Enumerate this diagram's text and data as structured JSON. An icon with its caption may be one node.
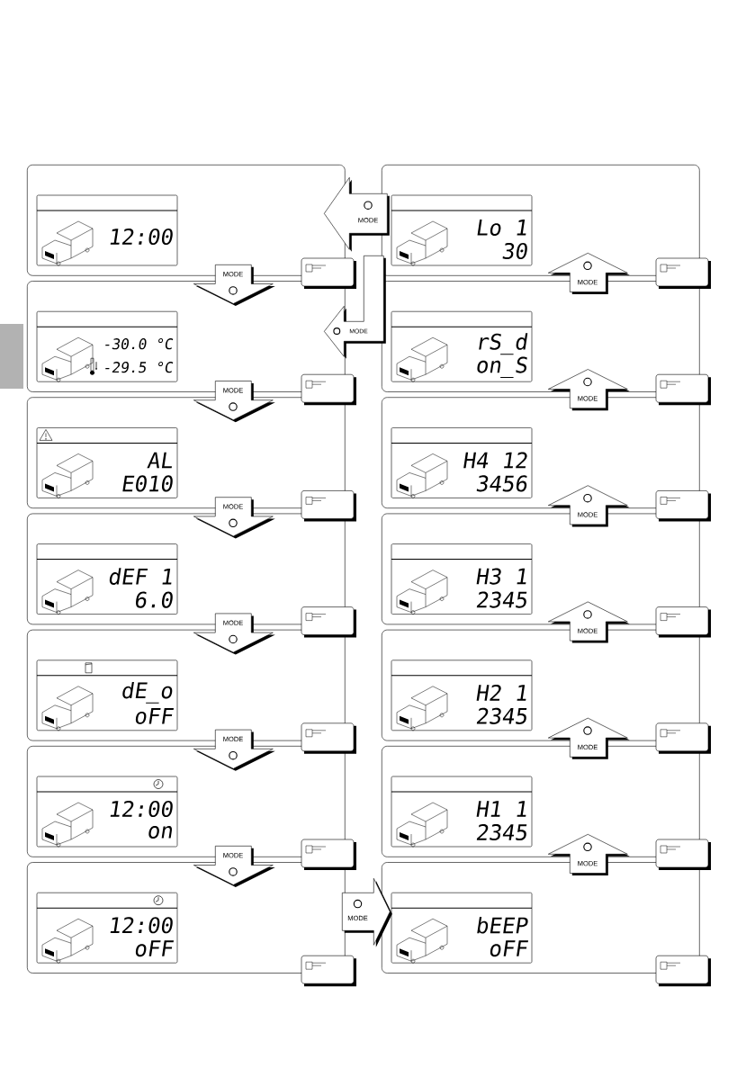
{
  "diagram": {
    "nodes": [
      {
        "text": [
          "12:00"
        ]
      },
      {
        "text": [
          "-30.0 °C",
          "-29.5 °C"
        ]
      },
      {
        "text": [
          "AL",
          "E010"
        ]
      },
      {
        "text": [
          "dEF 1",
          "6.0"
        ]
      },
      {
        "text": [
          "dE_o",
          "oFF"
        ]
      },
      {
        "text": [
          "12:00",
          "on"
        ]
      },
      {
        "text": [
          "12:00",
          "oFF"
        ]
      },
      {
        "text": [
          "Lo 1",
          "30"
        ]
      },
      {
        "text": [
          "rS_d",
          "on_S"
        ]
      },
      {
        "text": [
          "H4 12",
          "3456"
        ]
      },
      {
        "text": [
          "H3 1",
          "2345"
        ]
      },
      {
        "text": [
          "H2 1",
          "2345"
        ]
      },
      {
        "text": [
          "H1 1",
          "2345"
        ]
      },
      {
        "text": [
          "bEEP",
          "oFF"
        ]
      }
    ],
    "edges": [
      {
        "from": 0,
        "to": 1,
        "arrow": "to",
        "label": "MODE"
      },
      {
        "from": 1,
        "to": 2,
        "arrow": "to",
        "label": "MODE"
      },
      {
        "from": 2,
        "to": 3,
        "arrow": "to",
        "label": "MODE"
      },
      {
        "from": 3,
        "to": 4,
        "arrow": "to",
        "label": "MODE"
      },
      {
        "from": 4,
        "to": 5,
        "arrow": "to",
        "label": "MODE"
      },
      {
        "from": 5,
        "to": 6,
        "arrow": "to",
        "label": "MODE"
      },
      {
        "from": 6,
        "to": 13,
        "arrow": "to",
        "label": "MODE"
      },
      {
        "from": 13,
        "to": 12,
        "arrow": "to",
        "label": "MODE"
      },
      {
        "from": 12,
        "to": 11,
        "arrow": "to",
        "label": "MODE"
      },
      {
        "from": 11,
        "to": 10,
        "arrow": "to",
        "label": "MODE"
      },
      {
        "from": 10,
        "to": 9,
        "arrow": "to",
        "label": "MODE"
      },
      {
        "from": 9,
        "to": 8,
        "arrow": "to",
        "label": "MODE"
      },
      {
        "from": 8,
        "to": 7,
        "arrow": "to",
        "label": "MODE"
      },
      {
        "from": 7,
        "to": 0,
        "arrow": "to",
        "label": "MODE"
      },
      {
        "from": 7,
        "to": 1,
        "arrow": "to",
        "label": "MODE"
      }
    ]
  }
}
